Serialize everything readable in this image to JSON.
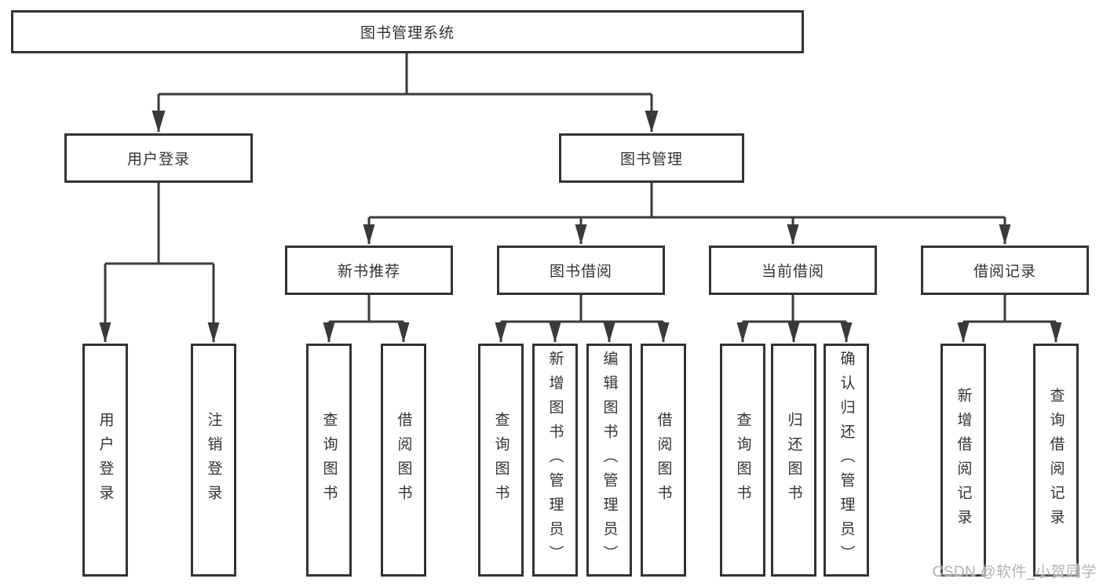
{
  "tree": {
    "root": {
      "label": "图书管理系统"
    },
    "branches": [
      {
        "label": "用户登录",
        "leaves": [
          "用户登录",
          "注销登录"
        ]
      },
      {
        "label": "图书管理",
        "groups": [
          {
            "label": "新书推荐",
            "leaves": [
              "查询图书",
              "借阅图书"
            ]
          },
          {
            "label": "图书借阅",
            "leaves": [
              "查询图书",
              "新增图书（管理员）",
              "编辑图书（管理员）",
              "借阅图书"
            ]
          },
          {
            "label": "当前借阅",
            "leaves": [
              "查询图书",
              "归还图书",
              "确认归还（管理员）"
            ]
          },
          {
            "label": "借阅记录",
            "leaves": [
              "新增借阅记录",
              "查询借阅记录"
            ]
          }
        ]
      }
    ]
  },
  "watermark": {
    "text": "CSDN @软件_小贺同学"
  },
  "colors": {
    "line": "#3a3a3a",
    "box_border": "#333333",
    "text": "#333333",
    "watermark": "#b2b2b2",
    "background": "#ffffff"
  }
}
